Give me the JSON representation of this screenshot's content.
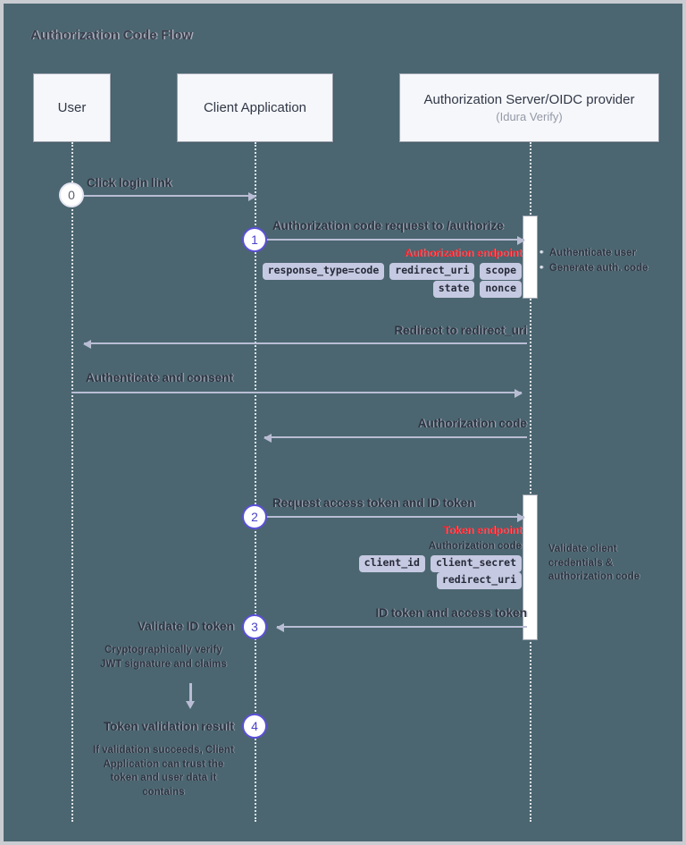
{
  "diagram": {
    "title": "Authorization Code Flow",
    "background_color": "#4b6670",
    "accent_color": "#5b4fd8",
    "endpoint_color": "#f4202a",
    "lifeline_color": "#eef0f6",
    "arrow_color": "#b9bdd4"
  },
  "participants": [
    {
      "name": "User",
      "subtitle": ""
    },
    {
      "name": "Client Application",
      "subtitle": ""
    },
    {
      "name": "Authorization Server/OIDC provider",
      "subtitle": "(Idura Verify)"
    }
  ],
  "steps": [
    {
      "number": "0",
      "label": "Click login link"
    },
    {
      "number": "1",
      "label": "Authorization code request to /authorize"
    },
    {
      "number": "2",
      "label": "Request access token and ID token"
    },
    {
      "number": "3",
      "label": "Validate ID token"
    },
    {
      "number": "4",
      "label": "Token validation result"
    }
  ],
  "messages": {
    "click_login": "Click login link",
    "auth_code_request": "Authorization code request to /authorize",
    "redirect_to_uri": "Redirect to redirect_uri",
    "authenticate_consent": "Authenticate and consent",
    "authorization_code": "Authorization code",
    "request_tokens": "Request access token and ID token",
    "id_and_access_token": "ID token and access token"
  },
  "endpoints": {
    "authorization_endpoint": "Authorization endpoint",
    "token_endpoint": "Token endpoint"
  },
  "params": {
    "authorize_row1": [
      "response_type=code",
      "redirect_uri",
      "scope"
    ],
    "authorize_row2": [
      "state",
      "nonce"
    ],
    "token_caption": "Authorization code",
    "token_row1": [
      "client_id",
      "client_secret"
    ],
    "token_row2": [
      "redirect_uri"
    ]
  },
  "server_notes": {
    "step1_bullets": [
      "Authenticate user",
      "Generate auth. code"
    ],
    "step2_note": "Validate client\ncredentials &\nauthorization code"
  },
  "client_notes": {
    "validate_id_token_label": "Validate ID token",
    "validate_id_token_detail": "Cryptographically verify\nJWT signature and claims",
    "token_validation_label": "Token validation result",
    "token_validation_detail": "If validation succeeds, Client\nApplication can trust the\ntoken and user data it\ncontains"
  }
}
